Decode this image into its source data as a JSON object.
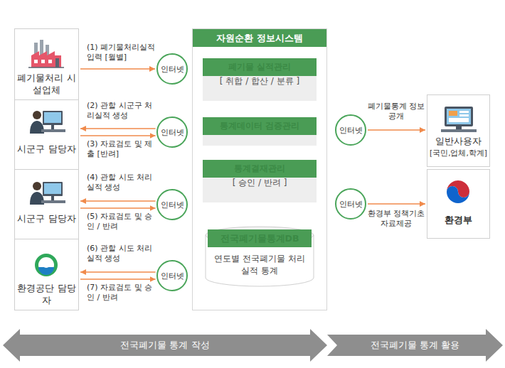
{
  "diagram": {
    "nodes": [
      {
        "text": [
          "폐기물처리 시설업체"
        ]
      },
      {
        "text": [
          "시군구 담당자"
        ]
      },
      {
        "text": [
          "시군구 담당자"
        ]
      },
      {
        "text": [
          "환경공단 담당자"
        ]
      },
      {
        "text": [
          "인터넷"
        ]
      },
      {
        "text": [
          "인터넷"
        ]
      },
      {
        "text": [
          "인터넷"
        ]
      },
      {
        "text": [
          "인터넷"
        ]
      },
      {
        "text": [
          "자원순환 정보시스템"
        ]
      },
      {
        "text": [
          "폐기물 실적관리",
          "[ 취합 / 합산 / 분류 ]"
        ],
        "in": 8
      },
      {
        "text": [
          "통계데이터 검증관리"
        ],
        "in": 8
      },
      {
        "text": [
          "통계결재관리",
          "[ 승인 / 반려 ]"
        ],
        "in": 8
      },
      {
        "text": [
          "전국폐기물통계DB",
          "연도별 전국폐기물 처리실적 통계"
        ],
        "in": 8
      },
      {
        "text": [
          "인터넷"
        ]
      },
      {
        "text": [
          "인터넷"
        ]
      },
      {
        "text": [
          "일반사용자",
          "[국민,업체,학계]"
        ]
      },
      {
        "text": [
          "환경부"
        ]
      },
      {
        "text": [
          "전국폐기물 통계 작성"
        ]
      },
      {
        "text": [
          "전국폐기물 통계 활용"
        ]
      }
    ],
    "edges": [
      {
        "from": 0,
        "to": 4,
        "arrow": "to",
        "label": "(1) 폐기물처리실적 입력 [월별]"
      },
      {
        "from": 5,
        "to": 1,
        "arrow": "to",
        "label": "(2) 관할 시군구 처리실적 생성"
      },
      {
        "from": 1,
        "to": 5,
        "arrow": "to",
        "label": "(3) 자료검토 및 제출 [반려]"
      },
      {
        "from": 6,
        "to": 2,
        "arrow": "to",
        "label": "(4) 관할 시도 처리실적 생성"
      },
      {
        "from": 2,
        "to": 6,
        "arrow": "to",
        "label": "(5) 자료검토 및 승인 / 반려"
      },
      {
        "from": 7,
        "to": 3,
        "arrow": "to",
        "label": "(6) 관할 시도 처리실적 생성"
      },
      {
        "from": 3,
        "to": 7,
        "arrow": "to",
        "label": "(7) 자료검토 및 승인 / 반려"
      },
      {
        "from": 13,
        "to": 15,
        "arrow": "to",
        "label": "폐기물통계 정보공개"
      },
      {
        "from": 14,
        "to": 16,
        "arrow": "to",
        "label": "환경부 정책기초 자료제공"
      }
    ]
  }
}
